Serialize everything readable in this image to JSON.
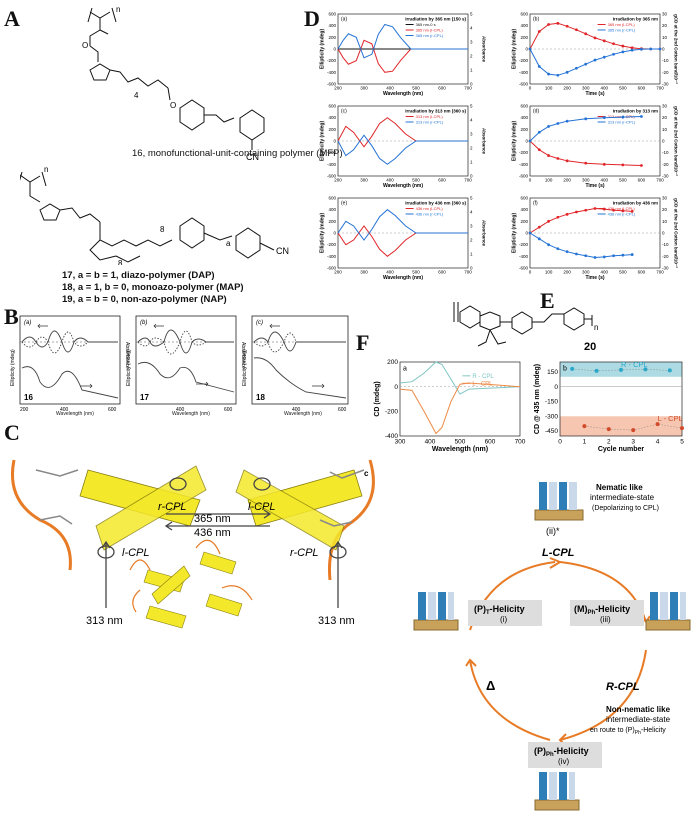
{
  "panels": {
    "A": "A",
    "B": "B",
    "C": "C",
    "D": "D",
    "E": "E",
    "F": "F"
  },
  "structure_labels": {
    "s16": "16, monofunctional-unit-containing polymer (MFP)",
    "s17": "17, a = b = 1, diazo-polymer (DAP)",
    "s18": "18, a = 1, b = 0, monoazo-polymer (MAP)",
    "s19": "19, a = b = 0, non-azo-polymer (NAP)",
    "s20": "20",
    "n": "n",
    "four": "4",
    "eight": "8",
    "eight2": "8",
    "a": "a",
    "b": "b",
    "cn": "CN",
    "o": "O"
  },
  "panel_B": {
    "subs": [
      "(a)",
      "(b)",
      "(c)"
    ],
    "nums": [
      "16",
      "17",
      "18"
    ],
    "xlabel": "Wavelength (nm)",
    "ylabel": "Ellipticity (mdeg)",
    "y2label": "Absorbance",
    "xticks": [
      "200",
      "400",
      "600"
    ]
  },
  "panel_C": {
    "rcpl": "r-CPL",
    "lcpl": "l-CPL",
    "wl1": "365 nm",
    "wl2": "436 nm",
    "lcpl2": "l-CPL",
    "rcpl2": "r-CPL",
    "nm313a": "313 nm",
    "nm313b": "313 nm"
  },
  "chart_data": [
    {
      "type": "line",
      "panel": "D(a)",
      "title": "Irradiation by 365 nm (150 s)",
      "xlabel": "Wavelength (nm)",
      "ylabel": "Ellipticity (mdeg)",
      "y2label": "Absorbance",
      "xlim": [
        200,
        700
      ],
      "ylim": [
        -600,
        600
      ],
      "xticks": [
        200,
        300,
        400,
        500,
        600,
        700
      ],
      "yticks": [
        -600,
        -400,
        -200,
        0,
        200,
        400,
        600
      ],
      "y2ticks": [
        0,
        1,
        2,
        3,
        4,
        5
      ],
      "legend": [
        "365 nm-0 s",
        "365 nm (l-CPL)",
        "365 nm (r-CPL)"
      ],
      "series": [
        {
          "name": "365 nm-0 s",
          "color": "#111111",
          "x": [
            200,
            300,
            350,
            380,
            420,
            500,
            700
          ],
          "y": [
            0,
            0,
            0,
            0,
            0,
            0,
            0
          ]
        },
        {
          "name": "365 nm (l-CPL)",
          "color": "#e0262a",
          "x": [
            200,
            220,
            240,
            270,
            300,
            330,
            355,
            380,
            410,
            440,
            480,
            700
          ],
          "y": [
            0,
            -150,
            -260,
            -200,
            150,
            90,
            -250,
            -400,
            -380,
            -200,
            0,
            0
          ]
        },
        {
          "name": "365 nm (r-CPL)",
          "color": "#2473d6",
          "x": [
            200,
            220,
            240,
            270,
            300,
            330,
            355,
            380,
            410,
            440,
            480,
            700
          ],
          "y": [
            0,
            150,
            260,
            200,
            -150,
            -90,
            250,
            420,
            380,
            200,
            0,
            0
          ]
        }
      ]
    },
    {
      "type": "line",
      "panel": "D(b)",
      "title": "Irradiation by 365 nm",
      "xlabel": "Time (s)",
      "ylabel": "Ellipticity (mdeg)",
      "y2label": "gCD at the 2nd Cotton band/10⁻³",
      "xlim": [
        0,
        700
      ],
      "ylim": [
        -600,
        600
      ],
      "xticks": [
        0,
        100,
        200,
        300,
        400,
        500,
        600,
        700
      ],
      "yticks": [
        -600,
        -400,
        -200,
        0,
        200,
        400,
        600
      ],
      "y2ticks": [
        -30,
        -20,
        -10,
        0,
        10,
        20,
        30
      ],
      "legend": [
        "365 nm (l-CPL)",
        "365 nm (r-CPL)"
      ],
      "series": [
        {
          "name": "365 nm (l-CPL)",
          "color": "#e0262a",
          "x": [
            0,
            50,
            100,
            150,
            200,
            250,
            300,
            350,
            400,
            450,
            500,
            550,
            600,
            650,
            700
          ],
          "y": [
            0,
            300,
            420,
            440,
            390,
            330,
            260,
            190,
            140,
            90,
            50,
            20,
            5,
            0,
            0
          ]
        },
        {
          "name": "365 nm (r-CPL)",
          "color": "#2473d6",
          "x": [
            0,
            50,
            100,
            150,
            200,
            250,
            300,
            350,
            400,
            450,
            500,
            550,
            600,
            650,
            700
          ],
          "y": [
            0,
            -300,
            -430,
            -450,
            -400,
            -330,
            -260,
            -190,
            -140,
            -90,
            -50,
            -20,
            -5,
            0,
            0
          ]
        }
      ]
    },
    {
      "type": "line",
      "panel": "D(c)",
      "title": "Irradiation by 313 nm (360 s)",
      "xlabel": "Wavelength (nm)",
      "ylabel": "Ellipticity (mdeg)",
      "y2label": "Absorbance",
      "xlim": [
        200,
        700
      ],
      "ylim": [
        -600,
        600
      ],
      "xticks": [
        200,
        300,
        400,
        500,
        600,
        700
      ],
      "yticks": [
        -600,
        -400,
        -200,
        0,
        200,
        400,
        600
      ],
      "y2ticks": [
        0,
        1,
        2,
        3,
        4,
        5
      ],
      "legend": [
        "313 nm (l-CPL)",
        "313 nm (r-CPL)"
      ],
      "series": [
        {
          "name": "313 nm (l-CPL)",
          "color": "#e0262a",
          "x": [
            200,
            230,
            260,
            300,
            330,
            360,
            390,
            420,
            460,
            500,
            700
          ],
          "y": [
            0,
            250,
            150,
            -100,
            80,
            300,
            400,
            300,
            120,
            0,
            0
          ]
        },
        {
          "name": "313 nm (r-CPL)",
          "color": "#2473d6",
          "x": [
            200,
            230,
            260,
            300,
            330,
            360,
            390,
            420,
            460,
            500,
            700
          ],
          "y": [
            0,
            -250,
            -150,
            100,
            -80,
            -300,
            -400,
            -300,
            -120,
            0,
            0
          ]
        }
      ]
    },
    {
      "type": "line",
      "panel": "D(d)",
      "title": "Irradiation by 313 nm",
      "xlabel": "Time (s)",
      "ylabel": "Ellipticity (mdeg)",
      "y2label": "gCD at the 2nd Cotton band/10⁻³",
      "xlim": [
        0,
        700
      ],
      "ylim": [
        -600,
        600
      ],
      "xticks": [
        0,
        100,
        200,
        300,
        400,
        500,
        600,
        700
      ],
      "yticks": [
        -600,
        -400,
        -200,
        0,
        200,
        400,
        600
      ],
      "y2ticks": [
        -30,
        -20,
        -10,
        0,
        10,
        20,
        30
      ],
      "legend": [
        "313 nm (l-CPL)",
        "313 nm (r-CPL)"
      ],
      "series": [
        {
          "name": "313 nm (l-CPL)",
          "color": "#e0262a",
          "x": [
            0,
            50,
            100,
            150,
            200,
            300,
            400,
            500,
            600
          ],
          "y": [
            0,
            -150,
            -250,
            -300,
            -340,
            -380,
            -400,
            -410,
            -420
          ]
        },
        {
          "name": "313 nm (r-CPL)",
          "color": "#2473d6",
          "x": [
            0,
            50,
            100,
            150,
            200,
            300,
            400,
            500,
            600
          ],
          "y": [
            0,
            150,
            250,
            300,
            340,
            380,
            400,
            410,
            420
          ]
        }
      ]
    },
    {
      "type": "line",
      "panel": "D(e)",
      "title": "Irradiation by 436 nm (360 s)",
      "xlabel": "Wavelength (nm)",
      "ylabel": "Ellipticity (mdeg)",
      "y2label": "Absorbance",
      "xlim": [
        200,
        700
      ],
      "ylim": [
        -600,
        600
      ],
      "xticks": [
        200,
        300,
        400,
        500,
        600,
        700
      ],
      "yticks": [
        -600,
        -400,
        -200,
        0,
        200,
        400,
        600
      ],
      "y2ticks": [
        0,
        1,
        2,
        3,
        4,
        5
      ],
      "legend": [
        "436 nm (l-CPL)",
        "436 nm (r-CPL)"
      ],
      "series": [
        {
          "name": "436 nm (l-CPL)",
          "color": "#e0262a",
          "x": [
            200,
            230,
            260,
            300,
            330,
            360,
            390,
            420,
            460,
            500,
            700
          ],
          "y": [
            0,
            -200,
            -120,
            120,
            -60,
            -280,
            -400,
            -300,
            -120,
            0,
            0
          ]
        },
        {
          "name": "436 nm (r-CPL)",
          "color": "#2473d6",
          "x": [
            200,
            230,
            260,
            300,
            330,
            360,
            390,
            420,
            460,
            500,
            700
          ],
          "y": [
            0,
            200,
            120,
            -120,
            60,
            280,
            400,
            300,
            120,
            0,
            0
          ]
        }
      ]
    },
    {
      "type": "line",
      "panel": "D(f)",
      "title": "Irradiation by 436 nm",
      "xlabel": "Time (s)",
      "ylabel": "Ellipticity (mdeg)",
      "y2label": "gCD at the 2nd Cotton band/10⁻³",
      "xlim": [
        0,
        700
      ],
      "ylim": [
        -600,
        600
      ],
      "xticks": [
        0,
        100,
        200,
        300,
        400,
        500,
        600,
        700
      ],
      "yticks": [
        -600,
        -400,
        -200,
        0,
        200,
        400,
        600
      ],
      "y2ticks": [
        -30,
        -20,
        -10,
        0,
        10,
        20,
        30
      ],
      "legend": [
        "436 nm (l-CPL)",
        "436 nm (r-CPL)"
      ],
      "series": [
        {
          "name": "436 nm (l-CPL)",
          "color": "#e0262a",
          "x": [
            0,
            50,
            100,
            150,
            200,
            250,
            300,
            350,
            400,
            450,
            500,
            550
          ],
          "y": [
            0,
            100,
            200,
            270,
            320,
            360,
            390,
            420,
            410,
            390,
            380,
            370
          ]
        },
        {
          "name": "436 nm (r-CPL)",
          "color": "#2473d6",
          "x": [
            0,
            50,
            100,
            150,
            200,
            250,
            300,
            350,
            400,
            450,
            500,
            550
          ],
          "y": [
            0,
            -100,
            -200,
            -270,
            -320,
            -360,
            -390,
            -420,
            -410,
            -390,
            -380,
            -370
          ]
        }
      ]
    },
    {
      "type": "line",
      "panel": "F(a)",
      "xlabel": "Wavelength (nm)",
      "ylabel": "CD (mdeg)",
      "xlim": [
        300,
        700
      ],
      "ylim": [
        -400,
        200
      ],
      "xticks": [
        300,
        400,
        500,
        600,
        700
      ],
      "yticks": [
        -400,
        -200,
        0,
        200
      ],
      "legend": [
        "R - CPL",
        "L - CPL"
      ],
      "series": [
        {
          "name": "R - CPL",
          "color": "#7fc6c4",
          "x": [
            300,
            340,
            380,
            420,
            440,
            470,
            500,
            530,
            700
          ],
          "y": [
            30,
            40,
            110,
            200,
            180,
            60,
            -60,
            -20,
            0
          ]
        },
        {
          "name": "L - CPL",
          "color": "#ee8a45",
          "x": [
            300,
            340,
            380,
            420,
            440,
            470,
            500,
            530,
            700
          ],
          "y": [
            -20,
            -30,
            -200,
            -380,
            -330,
            -120,
            20,
            30,
            0
          ]
        }
      ]
    },
    {
      "type": "scatter",
      "panel": "F(b)",
      "xlabel": "Cycle number",
      "ylabel": "CD @ 435 nm (mdeg)",
      "xlim": [
        0,
        5
      ],
      "ylim": [
        -500,
        250
      ],
      "xticks": [
        0,
        1,
        2,
        3,
        4,
        5
      ],
      "yticks": [
        -450,
        -300,
        -150,
        0,
        150
      ],
      "series": [
        {
          "name": "R - CPL",
          "color": "#2aa7c9",
          "x": [
            0.5,
            1.5,
            2.5,
            3.5,
            4.5
          ],
          "y": [
            180,
            160,
            170,
            175,
            165
          ]
        },
        {
          "name": "L - CPL",
          "color": "#d14a2a",
          "x": [
            1,
            2,
            3,
            4,
            5
          ],
          "y": [
            -400,
            -430,
            -440,
            -380,
            -420
          ]
        }
      ]
    }
  ],
  "panel_D_subs": [
    "(a)",
    "(b)",
    "(c)",
    "(d)",
    "(e)",
    "(f)"
  ],
  "panel_F": {
    "sub_a": "a",
    "sub_b": "b",
    "sub_c": "c"
  },
  "cycle": {
    "top_state_title": "Nematic like",
    "top_state_sub1": "intermediate-state",
    "top_state_sub2": "(Depolarizing to CPL)",
    "ii": "(ii)*",
    "lcpl": "L-CPL",
    "rcpl": "R-CPL",
    "delta": "Δ",
    "state_i_a": "(P)",
    "state_i_b": "-Helicity",
    "state_i_sub": "T",
    "state_i_num": "(i)",
    "state_iii_a": "(M)",
    "state_iii_b": "-Helicity",
    "state_iii_sub": "Ph",
    "state_iii_num": "(iii)",
    "state_iv_a": "(P)",
    "state_iv_b": "-Helicity",
    "state_iv_sub": "Ph",
    "state_iv_num": "(iv)",
    "nonnem1": "Non-nematic like",
    "nonnem2": "intermediate-state",
    "nonnem3": "en route to (P)",
    "nonnem3_sub": "Ph",
    "nonnem3_end": "-Helicity"
  },
  "colors": {
    "red": "#e0262a",
    "blue": "#2473d6",
    "orange": "#e87b26",
    "yellow": "#f4e82a",
    "cpl_teal": "#7fc6c4",
    "cpl_orange": "#ee8a45"
  }
}
